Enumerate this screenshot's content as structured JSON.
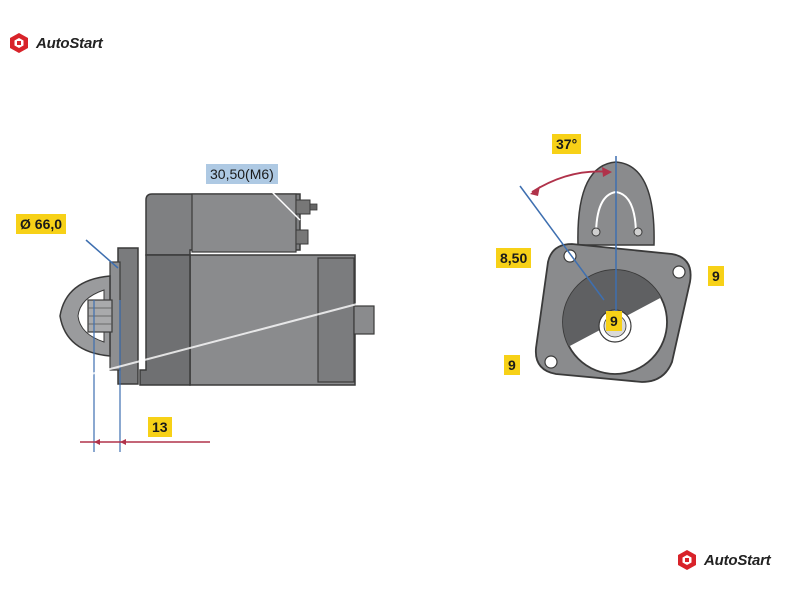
{
  "brand": {
    "name": "AutoStart",
    "logo_color": "#d8232a",
    "logo_icon": "hexagon-badge-icon"
  },
  "dimensions": {
    "bolt": "30,50(M6)",
    "diameter": "Ø 66,0",
    "offset": "13",
    "angle": "37°",
    "hole": "8,50",
    "teeth": "9",
    "flange_right": "9",
    "flange_left": "9"
  },
  "colors": {
    "housing": "#8a8b8d",
    "housing_dark": "#6f7072",
    "outline": "#3a3a3a",
    "label_yellow": "#f7d117",
    "label_blue": "#aec9e3",
    "dim_line_blue": "#3e6fb0",
    "dim_line_red": "#b0324a"
  }
}
